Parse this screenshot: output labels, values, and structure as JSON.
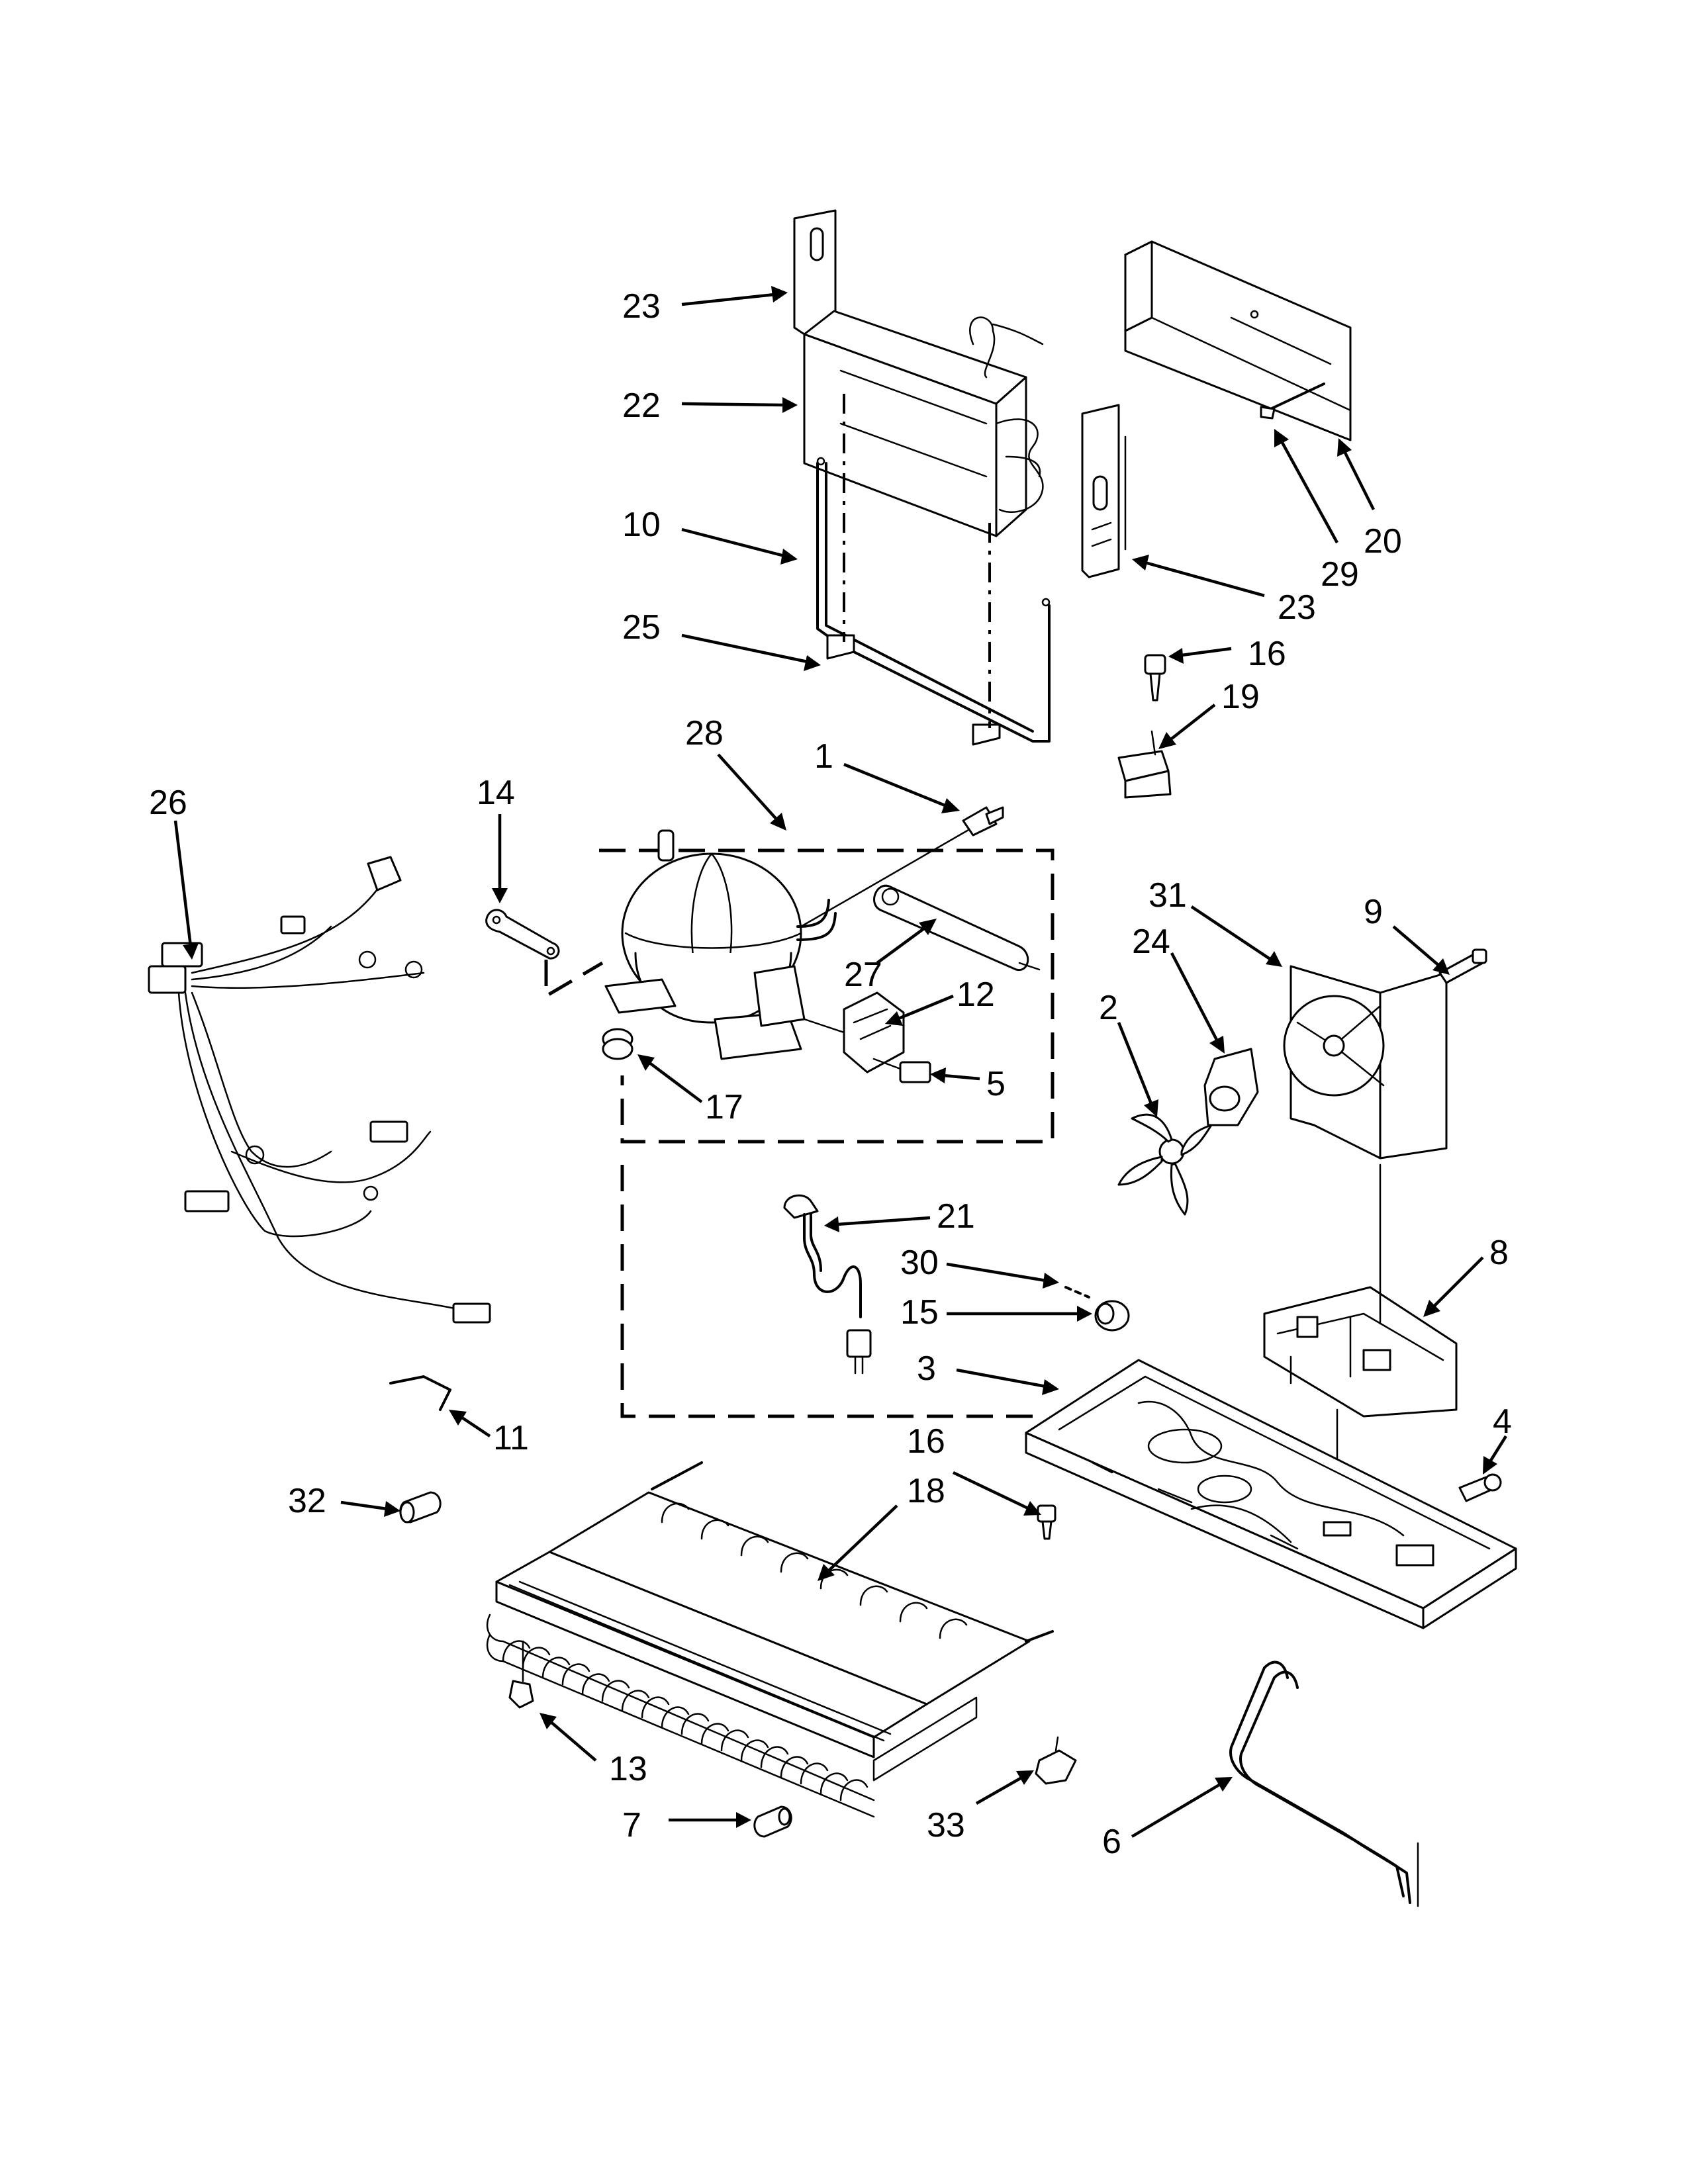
{
  "diagram": {
    "callouts": [
      {
        "id": "c23a",
        "label": "23"
      },
      {
        "id": "c22",
        "label": "22"
      },
      {
        "id": "c10",
        "label": "10"
      },
      {
        "id": "c25",
        "label": "25"
      },
      {
        "id": "c20",
        "label": "20"
      },
      {
        "id": "c29",
        "label": "29"
      },
      {
        "id": "c23b",
        "label": "23"
      },
      {
        "id": "c16a",
        "label": "16"
      },
      {
        "id": "c19",
        "label": "19"
      },
      {
        "id": "c26",
        "label": "26"
      },
      {
        "id": "c14",
        "label": "14"
      },
      {
        "id": "c28",
        "label": "28"
      },
      {
        "id": "c1",
        "label": "1"
      },
      {
        "id": "c27",
        "label": "27"
      },
      {
        "id": "c12",
        "label": "12"
      },
      {
        "id": "c17",
        "label": "17"
      },
      {
        "id": "c5",
        "label": "5"
      },
      {
        "id": "c31",
        "label": "31"
      },
      {
        "id": "c9",
        "label": "9"
      },
      {
        "id": "c24",
        "label": "24"
      },
      {
        "id": "c2",
        "label": "2"
      },
      {
        "id": "c21",
        "label": "21"
      },
      {
        "id": "c30",
        "label": "30"
      },
      {
        "id": "c15",
        "label": "15"
      },
      {
        "id": "c8",
        "label": "8"
      },
      {
        "id": "c3",
        "label": "3"
      },
      {
        "id": "c4",
        "label": "4"
      },
      {
        "id": "c11",
        "label": "11"
      },
      {
        "id": "c16b",
        "label": "16"
      },
      {
        "id": "c18",
        "label": "18"
      },
      {
        "id": "c32",
        "label": "32"
      },
      {
        "id": "c13",
        "label": "13"
      },
      {
        "id": "c7",
        "label": "7"
      },
      {
        "id": "c33",
        "label": "33"
      },
      {
        "id": "c6",
        "label": "6"
      }
    ]
  }
}
